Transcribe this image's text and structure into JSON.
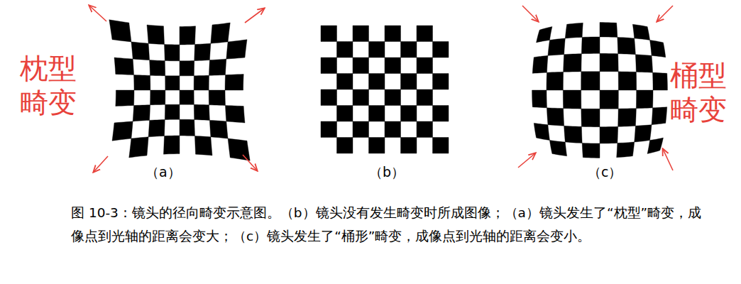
{
  "diagram": {
    "caption": "图 10-3：镜头的径向畸变示意图。（b）镜头没有发生畸变时所成图像；（a）镜头发生了“枕型”畸变，成像点到光轴的距离会变大；（c）镜头发生了“桶形”畸变，成像点到光轴的距离会变小。",
    "labels": [
      "枕型畸变",
      "桶型畸变",
      "（a）",
      "（b）",
      "（c）"
    ]
  }
}
